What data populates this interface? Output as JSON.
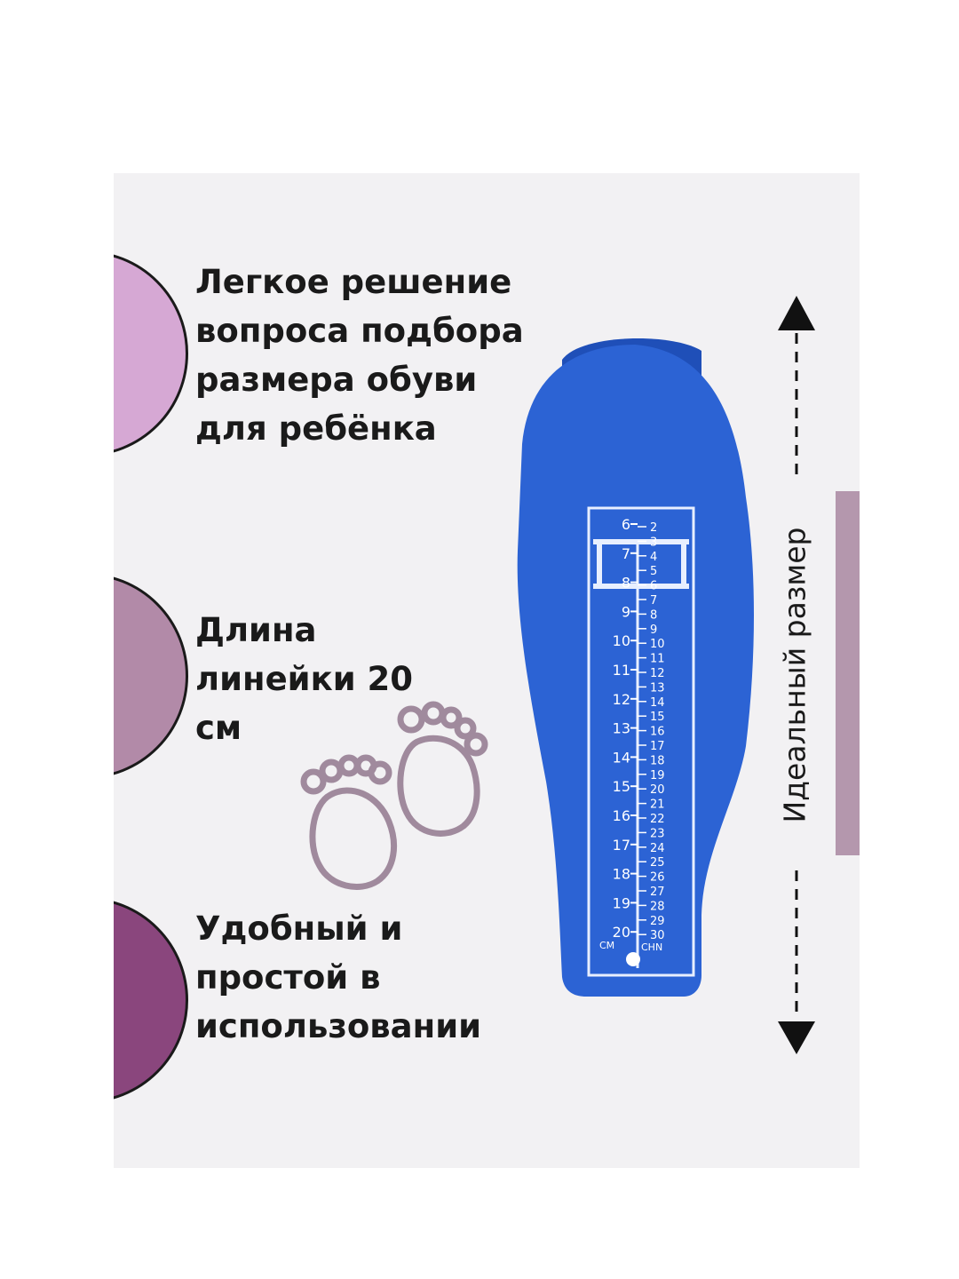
{
  "features": [
    {
      "text": "Легкое решение\nвопроса подбора\nразмера обуви\nдля ребёнка",
      "color": "#d6a8d4"
    },
    {
      "text": "Длина\nлинейки 20\nсм",
      "color": "#b28aa8"
    },
    {
      "text": "Удобный и\nпростой в\nиспользовании",
      "color": "#8a467d"
    }
  ],
  "size_label": "Идеальный размер",
  "ruler": {
    "body_color": "#2c63d4",
    "cm_marks": [
      "6",
      "7",
      "8",
      "9",
      "10",
      "11",
      "12",
      "13",
      "14",
      "15",
      "16",
      "17",
      "18",
      "19",
      "20"
    ],
    "chn_marks": [
      "2",
      "3",
      "4",
      "5",
      "6",
      "7",
      "8",
      "9",
      "10",
      "11",
      "12",
      "13",
      "14",
      "15",
      "16",
      "17",
      "18",
      "19",
      "20",
      "21",
      "22",
      "23",
      "24",
      "25",
      "26",
      "27",
      "28",
      "29",
      "30"
    ],
    "cm_unit": "CM",
    "chn_unit": "CHN"
  },
  "accent_bar_color": "#b497ad",
  "feet_icon": "baby-feet-icon"
}
